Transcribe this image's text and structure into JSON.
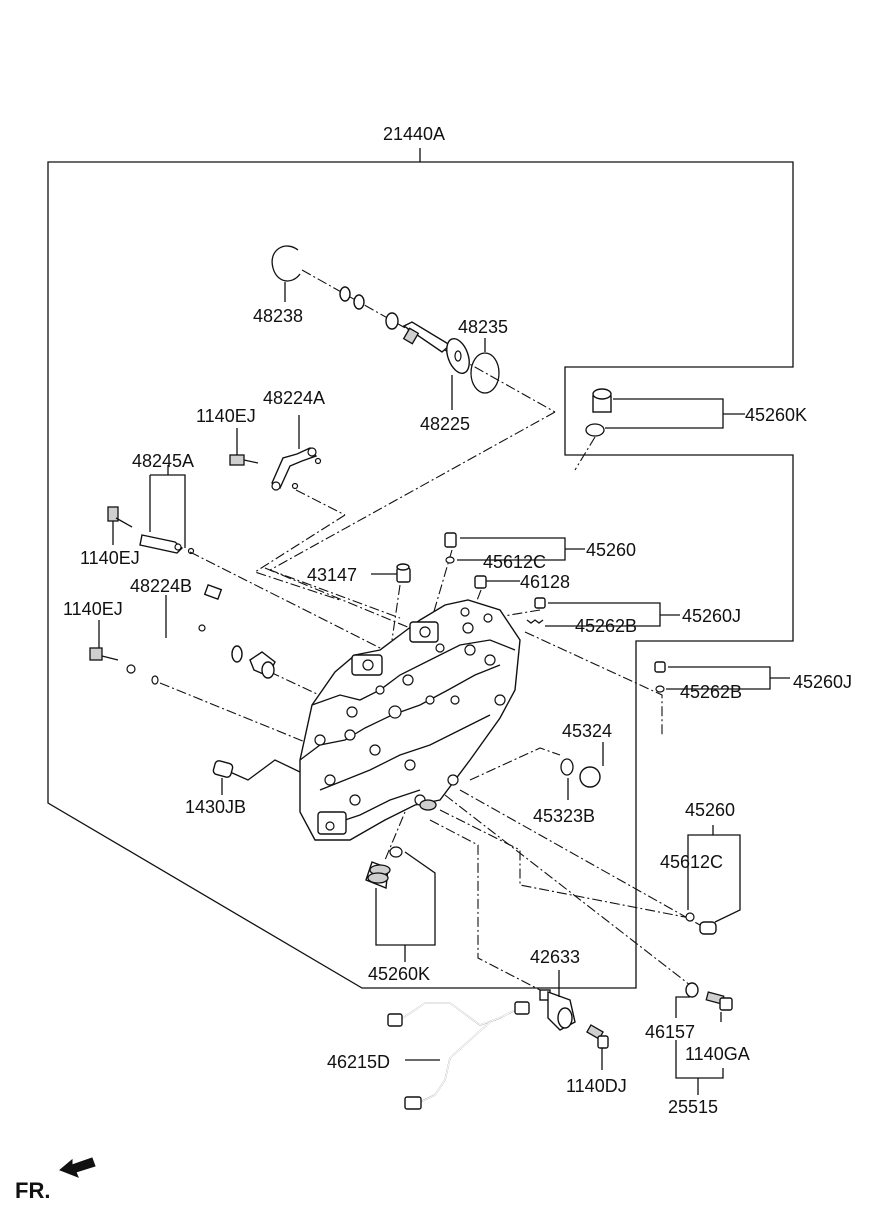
{
  "diagram": {
    "labels": {
      "assembly": "21440A",
      "snap_ring": "48238",
      "seal_ring": "48235",
      "piston": "48225",
      "bracket_a": "48224A",
      "bolt_top": "1140EJ",
      "pipe_a": "48245A",
      "bolt_left1": "1140EJ",
      "pipe_b": "48224B",
      "bolt_left2": "1140EJ",
      "plug_k_top": "45260K",
      "plug_main": "45260",
      "oring_main": "45612C",
      "plug_46128": "46128",
      "cap_43147": "43147",
      "plug_j1": "45260J",
      "plug_j1_sub": "45262B",
      "plug_j2": "45260J",
      "plug_j2_sub": "45262B",
      "plug_45324": "45324",
      "oring_45323b": "45323B",
      "sleeve_1430jb": "1430JB",
      "plug_45260_b": "45260",
      "oring_45612c_b": "45612C",
      "plug_k_bottom": "45260K",
      "sensor": "42633",
      "harness": "46215D",
      "bolt_sensor": "1140DJ",
      "sensor_oring": "46157",
      "sensor_bolt": "1140GA",
      "sensor_assy": "25515"
    },
    "direction": "FR."
  }
}
